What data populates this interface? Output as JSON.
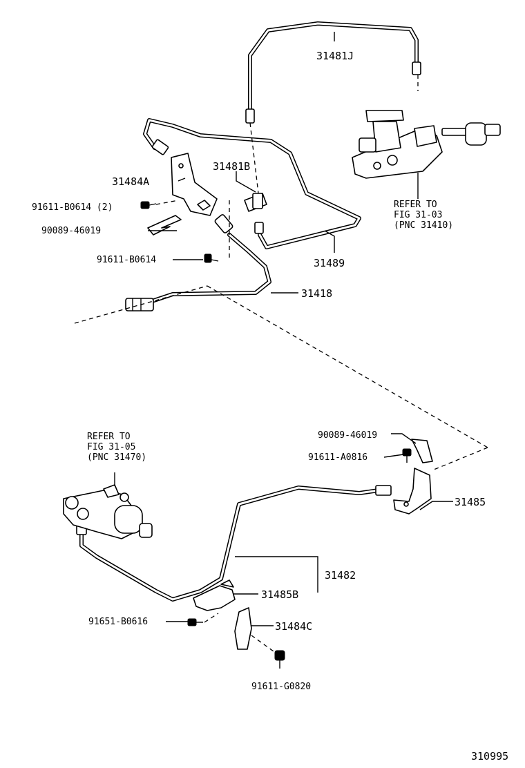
{
  "figure_id": "310995",
  "labels": {
    "p31481J": "31481J",
    "p31481B": "31481B",
    "p31484A": "31484A",
    "b91611_B0614_2": "91611-B0614 (2)",
    "c90089_46019_top": "90089-46019",
    "b91611_B0614": "91611-B0614",
    "p31489": "31489",
    "p31418": "31418",
    "c90089_46019_bottom": "90089-46019",
    "b91611_A0816": "91611-A0816",
    "p31485": "31485",
    "p31482": "31482",
    "p31485B": "31485B",
    "b91651_B0616": "91651-B0616",
    "p31484C": "31484C",
    "b91611_G0820": "91611-G0820"
  },
  "refs": {
    "master_cylinder": [
      "REFER TO",
      "FIG 31-03",
      "(PNC 31410)"
    ],
    "release_cylinder": [
      "REFER TO",
      "FIG 31-05",
      "(PNC 31470)"
    ]
  }
}
